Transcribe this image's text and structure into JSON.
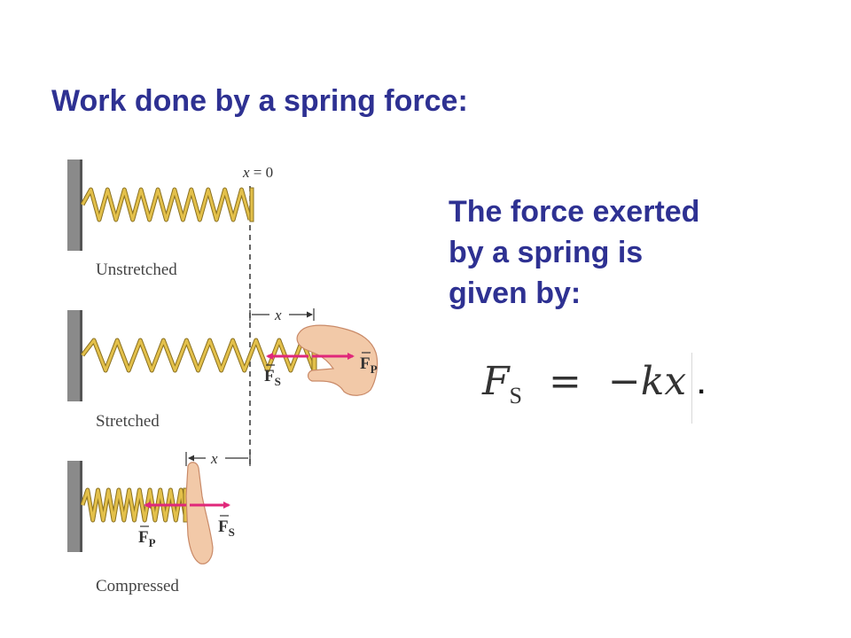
{
  "title": "Work done by a spring force:",
  "body_lines": [
    "The force exerted",
    "by a spring is",
    "given by:"
  ],
  "formula": {
    "lhs_symbol": "F",
    "lhs_subscript": "S",
    "equals": "=",
    "rhs": "−kx",
    "trailing_period": "."
  },
  "diagram": {
    "equilibrium_label": "x = 0",
    "displacement_label": "x",
    "panel_labels": [
      "Unstretched",
      "Stretched",
      "Compressed"
    ],
    "force_spring_label": "F",
    "force_spring_subscript": "S",
    "force_push_label": "F",
    "force_push_subscript": "P",
    "colors": {
      "spring": "#e3c04a",
      "spring_outline": "#8a7020",
      "wall": "#7a7a7a",
      "arrow": "#e0287a",
      "skin": "#f2c9a8",
      "dashed": "#333333"
    }
  }
}
